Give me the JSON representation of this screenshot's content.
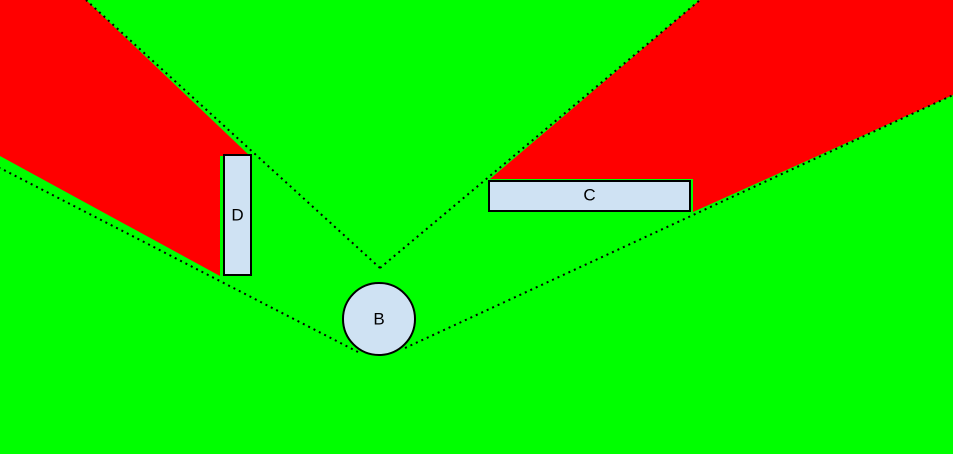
{
  "diagram": {
    "colors": {
      "background": "#00ff00",
      "shadow": "#ff0000",
      "object_fill": "#cfe2f3",
      "object_stroke": "#000000",
      "ray": "#000000"
    },
    "labels": {
      "circle": "B",
      "horizontal_box": "C",
      "vertical_box": "D"
    }
  }
}
